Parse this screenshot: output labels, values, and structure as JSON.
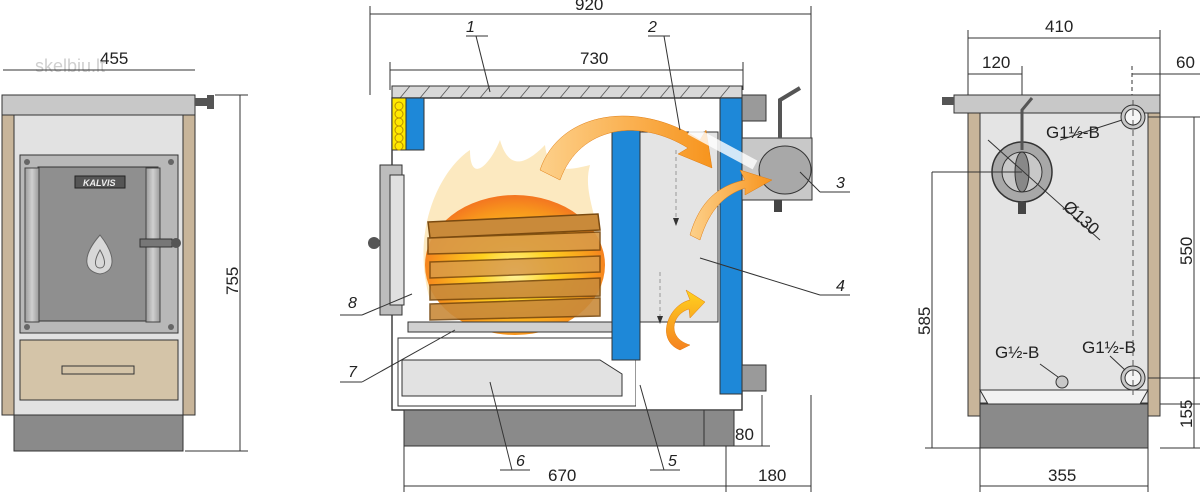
{
  "watermark": "skelbiu.lt",
  "brand": "KALVIS",
  "front_view": {
    "width": "455",
    "height": "755"
  },
  "section_view": {
    "overall_width": "920",
    "inner_width": "730",
    "base_width": "670",
    "rear_offset": "180",
    "bottom_offset": "80",
    "callouts": [
      "1",
      "2",
      "3",
      "4",
      "5",
      "6",
      "7",
      "8"
    ]
  },
  "side_view": {
    "width": "410",
    "flue_offset": "120",
    "pipe_offset": "60",
    "flue_diameter": "Ø130",
    "top_connection": "G1½-B",
    "bottom_connection": "G1½-B",
    "drain_connection": "G½-B",
    "height_to_flue": "550",
    "height_to_return": "585",
    "base_height": "155",
    "base_width": "355"
  },
  "colors": {
    "body_grey": "#c8c8c8",
    "panel_light": "#e4e4e4",
    "side_tan": "#c8b59a",
    "water_blue": "#1e88d8",
    "base_dark": "#8a8a8a",
    "flame_orange": "#f7941d",
    "flame_yellow": "#ffd21f"
  }
}
